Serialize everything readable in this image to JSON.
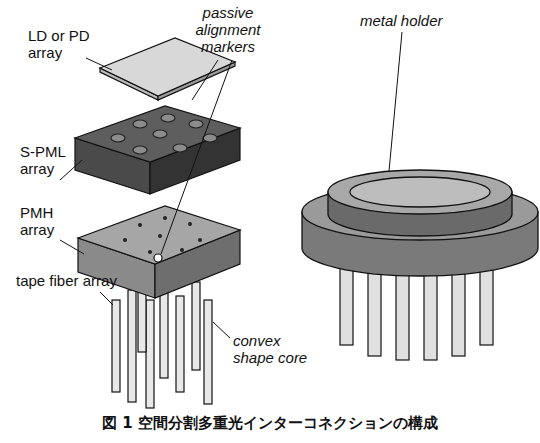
{
  "diagram": {
    "caption": "図 1 空間分割多重光インターコネクションの構成",
    "labels": [
      "LD or PD array",
      "passive alignment markers",
      "S-PML array",
      "PMH array",
      "tape fiber array",
      "convex shape core",
      "metal holder"
    ]
  }
}
